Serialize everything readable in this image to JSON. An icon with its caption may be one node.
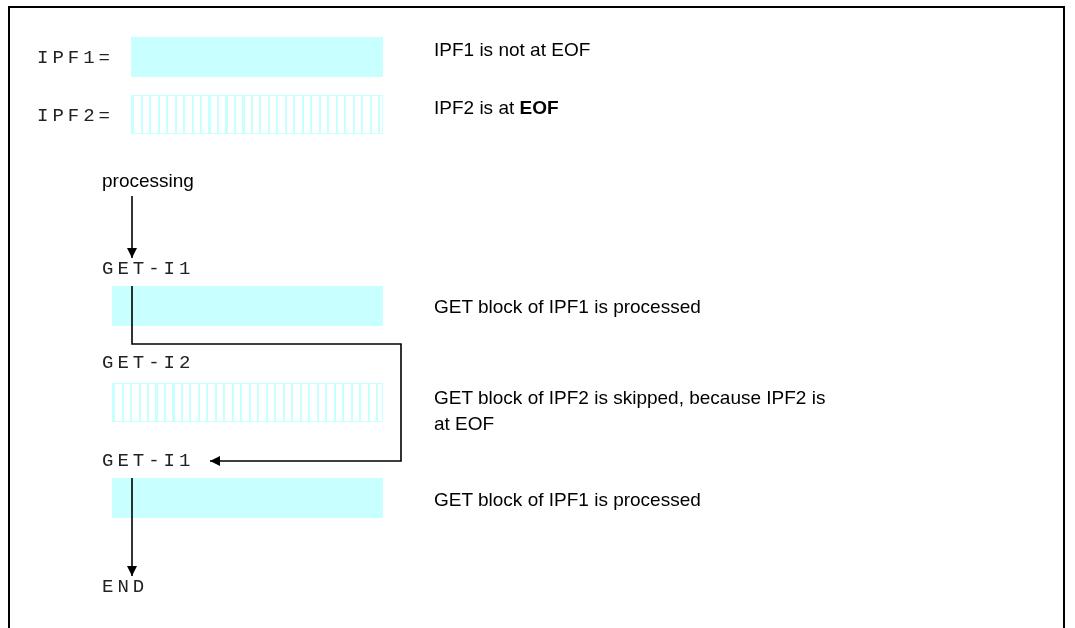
{
  "diagram": {
    "nodes": [
      {
        "text": [
          "IPF1="
        ],
        "beside": [
          "IPF1 is not at EOF"
        ]
      },
      {
        "text": [
          "IPF2="
        ],
        "beside": [
          "IPF2 is at **EOF**"
        ]
      },
      {
        "text": [
          "processing"
        ]
      },
      {
        "text": [
          "GET-I1"
        ]
      },
      {
        "text": [],
        "shape": "bar",
        "beside": [
          "GET block of IPF1 is processed"
        ]
      },
      {
        "text": [
          "GET-I2"
        ]
      },
      {
        "text": [],
        "shape": "bar",
        "beside": [
          "GET block of IPF2 is skipped, because IPF2 is at EOF"
        ]
      },
      {
        "text": [
          "GET-I1"
        ]
      },
      {
        "text": [],
        "shape": "bar",
        "beside": [
          "GET block of IPF1 is processed"
        ]
      },
      {
        "text": [
          "END"
        ]
      }
    ],
    "edges": [
      {
        "from": 2,
        "to": 3,
        "arrow": "to"
      },
      {
        "from": 4,
        "to": 7,
        "arrow": "to"
      },
      {
        "from": 8,
        "to": 9,
        "arrow": "to"
      }
    ]
  }
}
